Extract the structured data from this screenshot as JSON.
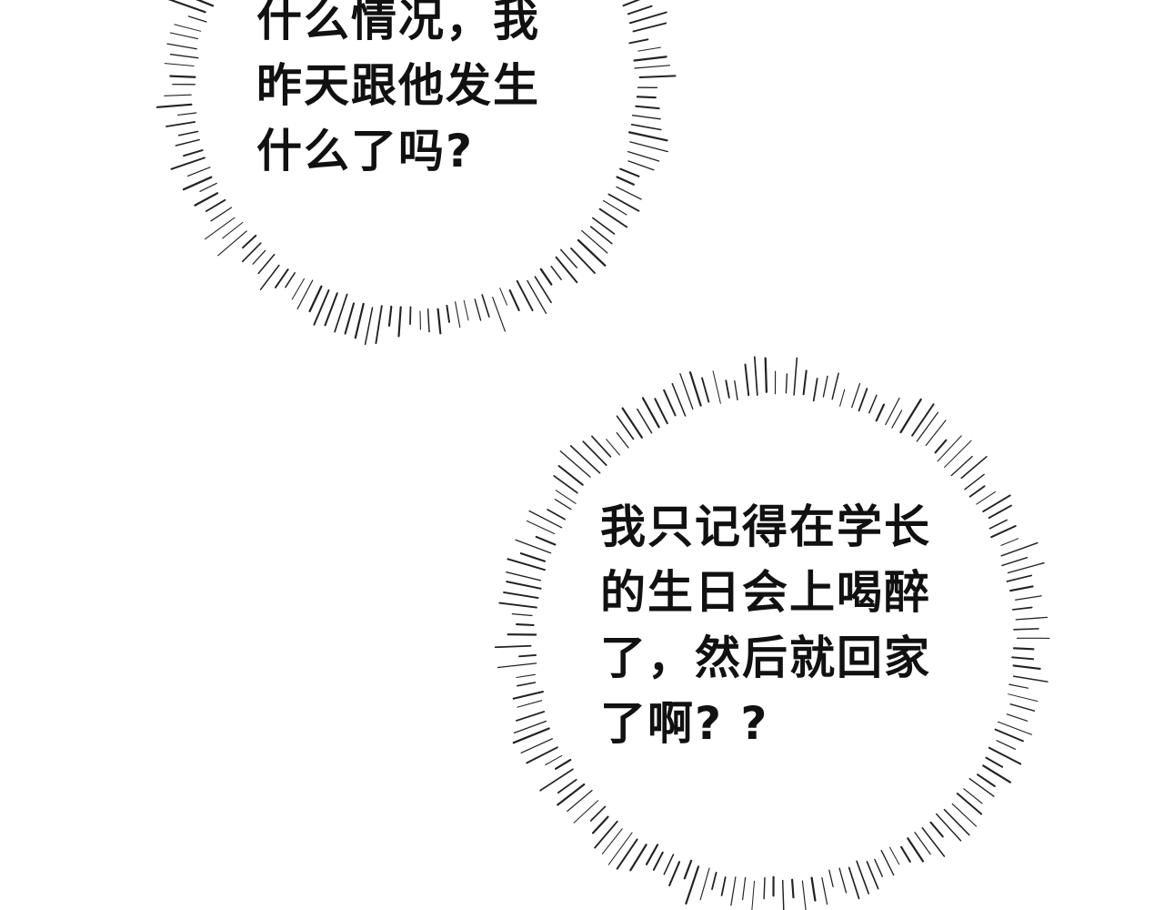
{
  "bubbles": [
    {
      "lines": [
        "什么情况，我",
        "昨天跟他发生",
        "什么了吗?"
      ]
    },
    {
      "lines": [
        "我只记得在学长",
        "的生日会上喝醉",
        "了，然后就回家",
        "了啊? ?"
      ]
    }
  ],
  "style": {
    "text_color": "#111111",
    "burst_color": "#222222",
    "background": "#ffffff"
  }
}
